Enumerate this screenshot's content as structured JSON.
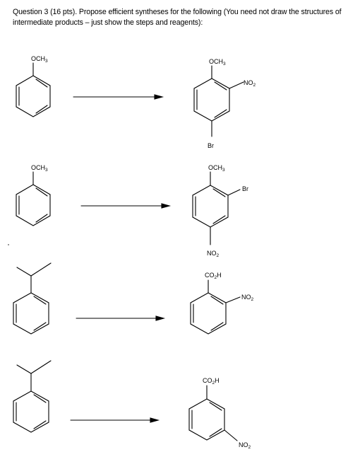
{
  "question": {
    "text": "Question 3  (16 pts).  Propose efficient syntheses for the following (You need not draw the structures of intermediate products – just show the steps and reagents):"
  },
  "reactions": [
    {
      "start_substituent": "OCH3",
      "product_substituents": {
        "top": "OCH3",
        "upper_right": "NO2",
        "bottom": "Br"
      }
    },
    {
      "start_substituent": "OCH3",
      "product_substituents": {
        "top": "OCH3",
        "upper_right": "Br",
        "bottom": "NO2"
      }
    },
    {
      "start_substituent": "isopropyl",
      "product_substituents": {
        "top": "CO2H",
        "upper_right": "NO2"
      }
    },
    {
      "start_substituent": "isopropyl",
      "product_substituents": {
        "top": "CO2H",
        "lower_right": "NO2"
      }
    }
  ]
}
